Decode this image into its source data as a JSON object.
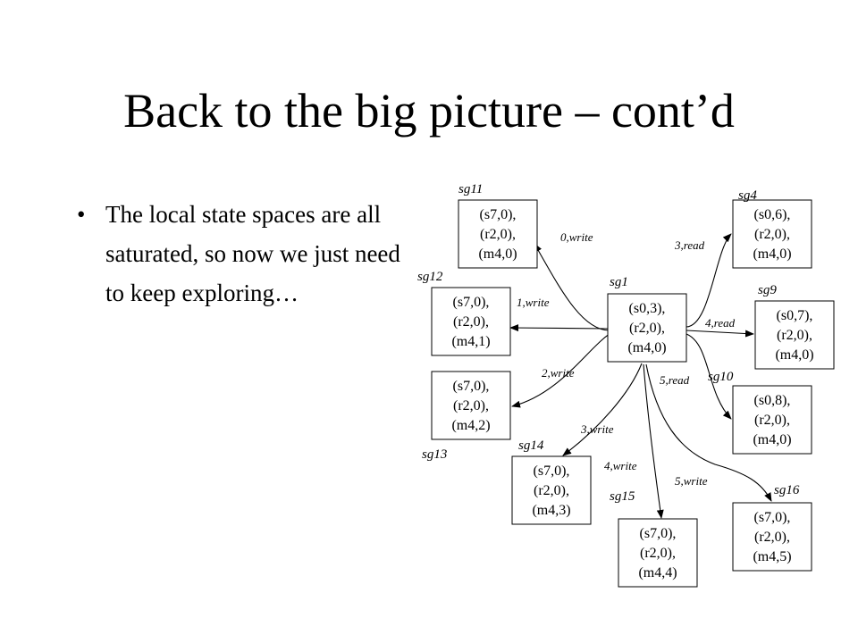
{
  "slide": {
    "title": "Back to the big picture – cont’d",
    "bullets": [
      "The local state spaces are all saturated, so now we just need to keep exploring…"
    ]
  },
  "diagram": {
    "nodes": [
      {
        "id": "sg1",
        "label": "sg1",
        "lines": [
          "(s0,3),",
          "(r2,0),",
          "(m4,0)"
        ]
      },
      {
        "id": "sg11",
        "label": "sg11",
        "lines": [
          "(s7,0),",
          "(r2,0),",
          "(m4,0)"
        ]
      },
      {
        "id": "sg12",
        "label": "sg12",
        "lines": [
          "(s7,0),",
          "(r2,0),",
          "(m4,1)"
        ]
      },
      {
        "id": "sg13",
        "label": "sg13",
        "lines": [
          "(s7,0),",
          "(r2,0),",
          "(m4,2)"
        ]
      },
      {
        "id": "sg14",
        "label": "sg14",
        "lines": [
          "(s7,0),",
          "(r2,0),",
          "(m4,3)"
        ]
      },
      {
        "id": "sg15",
        "label": "sg15",
        "lines": [
          "(s7,0),",
          "(r2,0),",
          "(m4,4)"
        ]
      },
      {
        "id": "sg16",
        "label": "sg16",
        "lines": [
          "(s7,0),",
          "(r2,0),",
          "(m4,5)"
        ]
      },
      {
        "id": "sg4",
        "label": "sg4",
        "lines": [
          "(s0,6),",
          "(r2,0),",
          "(m4,0)"
        ]
      },
      {
        "id": "sg9",
        "label": "sg9",
        "lines": [
          "(s0,7),",
          "(r2,0),",
          "(m4,0)"
        ]
      },
      {
        "id": "sg10",
        "label": "sg10",
        "lines": [
          "(s0,8),",
          "(r2,0),",
          "(m4,0)"
        ]
      }
    ],
    "edges": [
      {
        "from": "sg1",
        "to": "sg11",
        "label": "0,write"
      },
      {
        "from": "sg1",
        "to": "sg12",
        "label": "1,write"
      },
      {
        "from": "sg1",
        "to": "sg13",
        "label": "2,write"
      },
      {
        "from": "sg1",
        "to": "sg14",
        "label": "3,write"
      },
      {
        "from": "sg1",
        "to": "sg15",
        "label": "4,write"
      },
      {
        "from": "sg1",
        "to": "sg16",
        "label": "5,write"
      },
      {
        "from": "sg1",
        "to": "sg4",
        "label": "3,read"
      },
      {
        "from": "sg1",
        "to": "sg9",
        "label": "4,read"
      },
      {
        "from": "sg1",
        "to": "sg10",
        "label": "5,read"
      }
    ]
  }
}
